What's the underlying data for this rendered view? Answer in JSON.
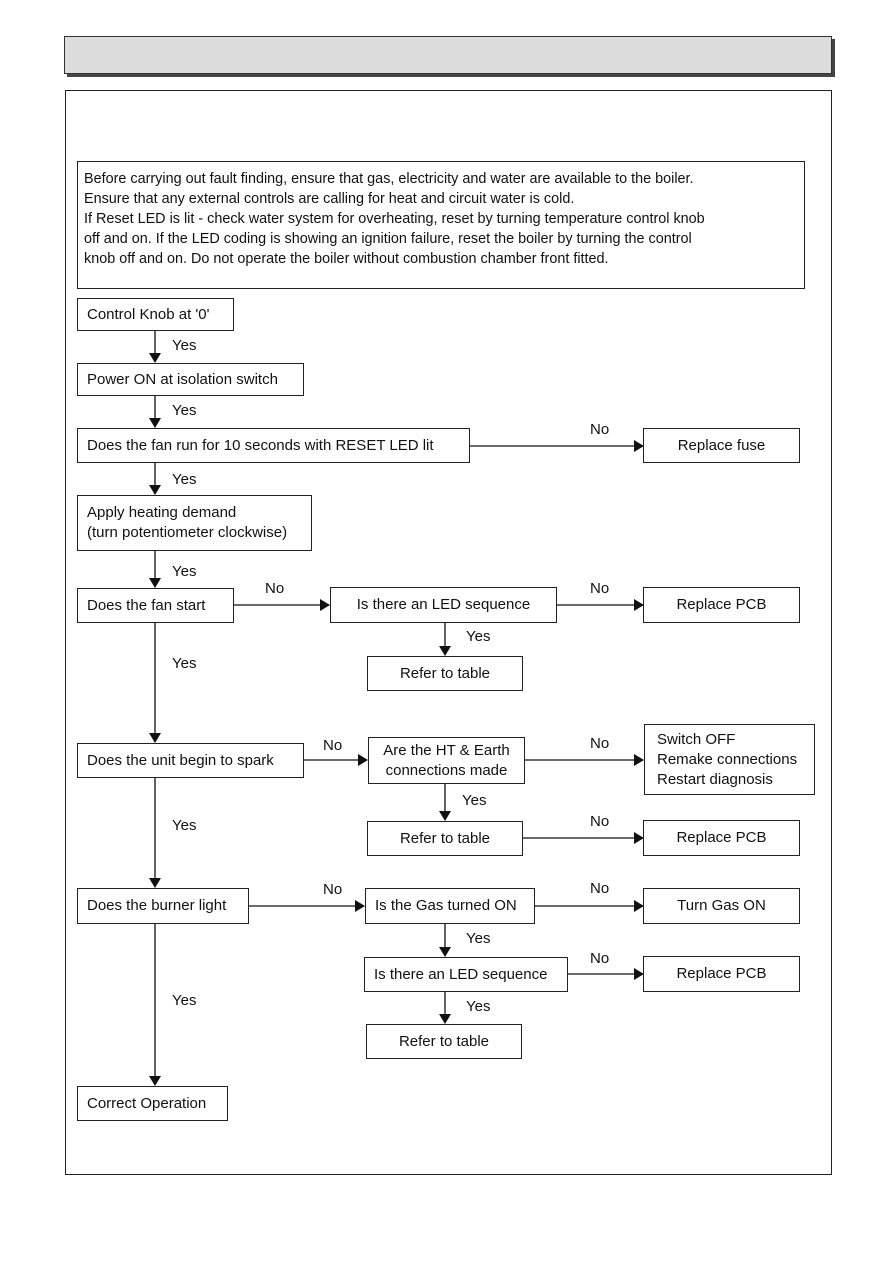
{
  "header": {
    "title": ""
  },
  "note": {
    "lines": [
      "Before carrying out fault finding, ensure that gas, electricity and water are available to the boiler.",
      "Ensure that any external controls are calling for heat and circuit water is cold.",
      "If Reset LED is lit - check water system for overheating, reset by turning temperature control knob",
      "off and on.  If the LED coding is showing an ignition failure, reset the boiler by turning the control",
      "knob off and on.  Do not operate the boiler without combustion chamber front fitted."
    ]
  },
  "flow": {
    "control_knob": "Control Knob at '0'",
    "power_on": "Power ON at isolation switch",
    "fan_run": "Does the fan run for 10 seconds with RESET LED lit",
    "replace_fuse": "Replace fuse",
    "heating_demand_1": "Apply heating demand",
    "heating_demand_2": "(turn potentiometer clockwise)",
    "fan_start": "Does the fan start",
    "led_sequence_1": "Is there an LED sequence",
    "replace_pcb_1": "Replace PCB",
    "refer_table_1": "Refer to table",
    "spark": "Does the unit begin to spark",
    "ht_earth_1": "Are the HT & Earth",
    "ht_earth_2": "connections made",
    "switch_off": "Switch OFF",
    "remake": "Remake connections",
    "restart": "Restart diagnosis",
    "refer_table_2": "Refer to table",
    "replace_pcb_2": "Replace PCB",
    "burner": "Does the burner light",
    "gas_on_q": "Is the Gas turned ON",
    "turn_gas_on": "Turn Gas ON",
    "led_sequence_2": "Is there an LED sequence",
    "replace_pcb_3": "Replace PCB",
    "refer_table_3": "Refer to table",
    "correct": "Correct Operation"
  },
  "labels": {
    "yes": "Yes",
    "no": "No"
  }
}
